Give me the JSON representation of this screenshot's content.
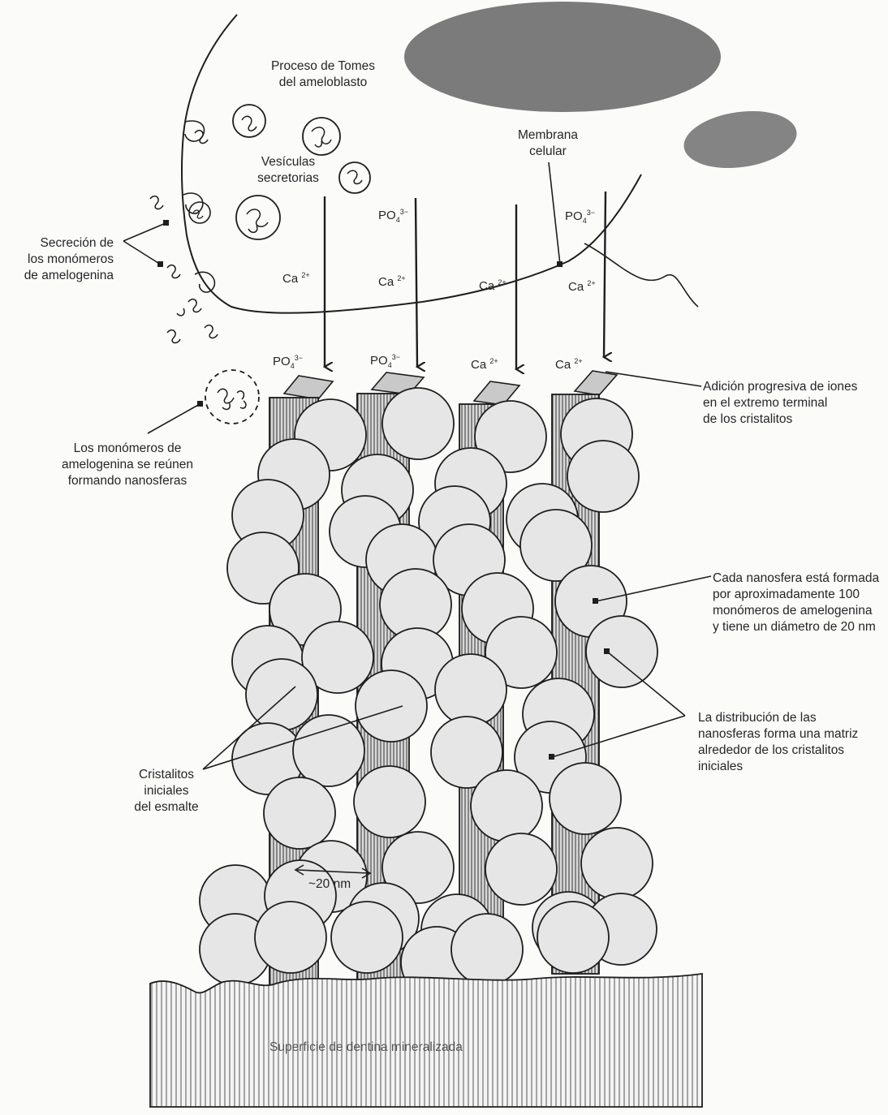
{
  "labels": {
    "tomes_line1": "Proceso de Tomes",
    "tomes_line2": "del ameloblasto",
    "vesicles_line1": "Vesículas",
    "vesicles_line2": "secretorias",
    "membrane_line1": "Membrana",
    "membrane_line2": "celular",
    "secretion_line1": "Secreción de",
    "secretion_line2": "los monómeros",
    "secretion_line3": "de amelogenina",
    "nanosphere_form_line1": "Los monómeros de",
    "nanosphere_form_line2": "amelogenina se reúnen",
    "nanosphere_form_line3": "formando nanosferas",
    "ion_addition_line1": "Adición progresiva de iones",
    "ion_addition_line2": "en el extremo terminal",
    "ion_addition_line3": "de los cristalitos",
    "nanosphere_info_line1": "Cada nanosfera está formada",
    "nanosphere_info_line2": "por aproximadamente 100",
    "nanosphere_info_line3": "monómeros de amelogenina",
    "nanosphere_info_line4": "y tiene un diámetro de 20 nm",
    "distribution_line1": "La distribución de las",
    "distribution_line2": "nanosferas forma una matriz",
    "distribution_line3": "alrededor de los cristalitos",
    "distribution_line4": "iniciales",
    "crystallites_line1": "Cristalitos",
    "crystallites_line2": "iniciales",
    "crystallites_line3": "del esmalte",
    "scale": "~20 nm",
    "dentin": "Superficie de dentina mineralizada"
  },
  "ions": {
    "ca": "Ca",
    "ca_charge": "2+",
    "po": "PO",
    "po_sub": "4",
    "po_charge": "3−"
  },
  "colors": {
    "ink": "#1e1e1e",
    "nucleus": "#707070",
    "nanosphere_fill": "#e6e6e6",
    "crystallite_fill": "#dcdcdc",
    "background": "#fbfbfa"
  }
}
